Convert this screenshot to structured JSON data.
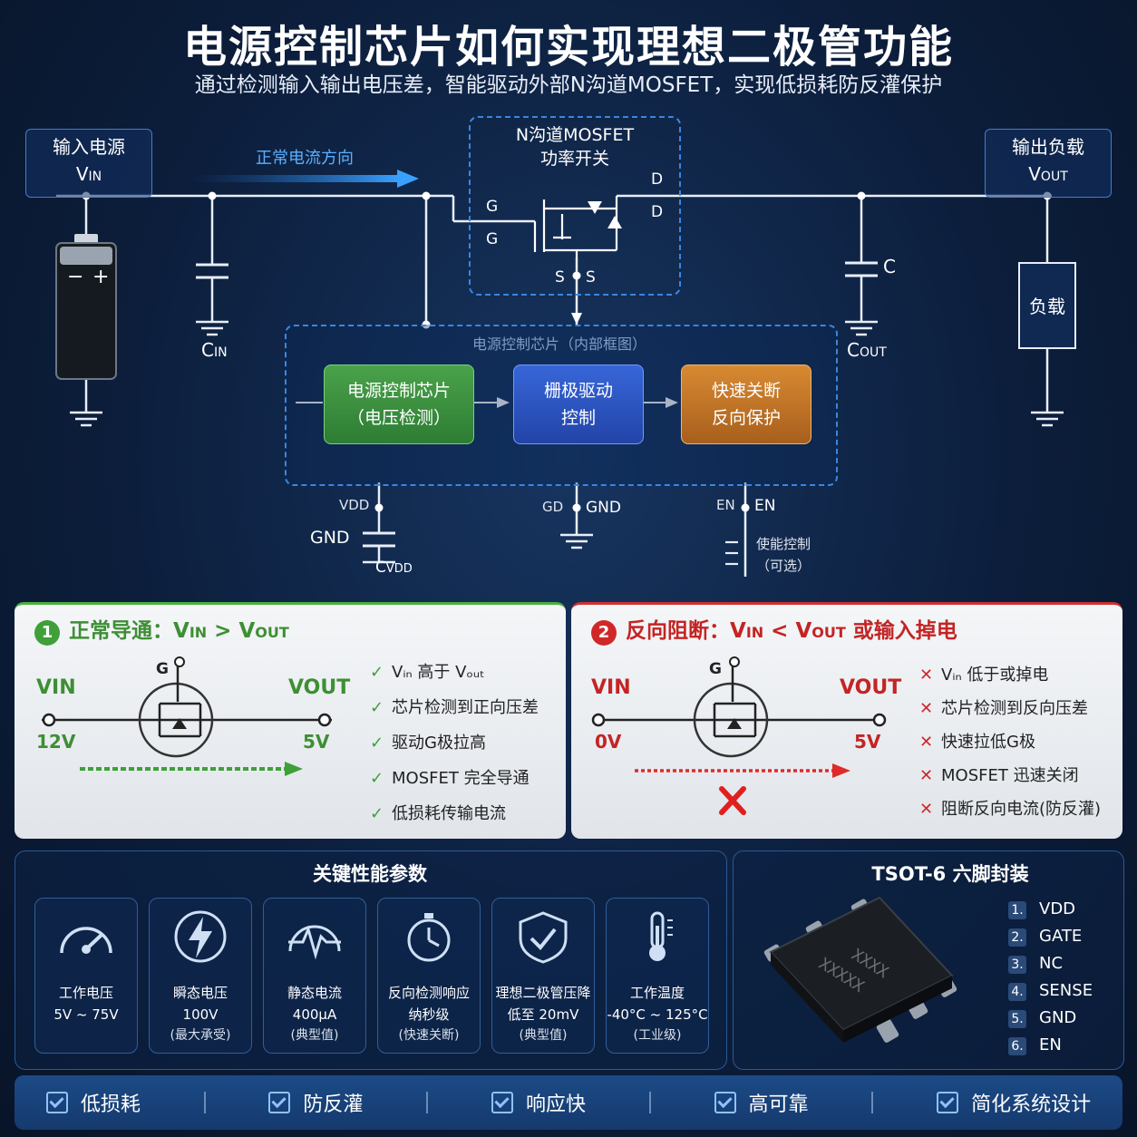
{
  "title": "电源控制芯片如何实现理想二极管功能",
  "subtitle": "通过检测输入输出电压差，智能驱动外部N沟道MOSFET，实现低损耗防反灌保护",
  "circuit": {
    "input_box": {
      "line1": "输入电源",
      "line2_main": "V",
      "line2_sub": "IN"
    },
    "output_box": {
      "line1": "输出负载",
      "line2_main": "V",
      "line2_sub": "OUT"
    },
    "current_label": "正常电流方向",
    "mosfet_box": {
      "line1": "N沟道MOSFET",
      "line2": "功率开关"
    },
    "pin_G1": "G",
    "pin_G2": "G",
    "pin_D1": "D",
    "pin_D2": "D",
    "pin_S1": "S",
    "pin_S2": "S",
    "cin_main": "C",
    "cin_sub": "IN",
    "cout_main": "C",
    "cout_sub": "OUT",
    "c_label": "C",
    "load_label": "负载",
    "chip_header": "电源控制芯片（内部框图）",
    "block1": {
      "line1": "电源控制芯片",
      "line2": "（电压检测）"
    },
    "block2": {
      "line1": "栅极驱动",
      "line2": "控制"
    },
    "block3": {
      "line1": "快速关断",
      "line2": "反向保护"
    },
    "vdd_label": "VDD",
    "gnd_left": "GND",
    "cvdd_main": "C",
    "cvdd_sub": "VDD",
    "gnd_mid_left": "GD",
    "gnd_mid_right": "GND",
    "en_left": "EN",
    "en_right": "EN",
    "en_note1": "使能控制",
    "en_note2": "（可选）"
  },
  "panel_left": {
    "num": "1",
    "title": "正常导通：V",
    "title_sub1": "IN",
    "title_mid": " > V",
    "title_sub2": "OUT",
    "vin": "VIN",
    "vin_val": "12V",
    "vout": "VOUT",
    "vout_val": "5V",
    "g": "G",
    "checks": [
      "Vᵢₙ 高于 Vₒᵤₜ",
      "芯片检测到正向压差",
      "驱动G极拉高",
      "MOSFET 完全导通",
      "低损耗传输电流"
    ],
    "check_color": "#3fa03a"
  },
  "panel_right": {
    "num": "2",
    "title": "反向阻断：V",
    "title_sub1": "IN",
    "title_mid": " < V",
    "title_sub2": "OUT",
    "title_tail": " 或输入掉电",
    "vin": "VIN",
    "vin_val": "0V",
    "vout": "VOUT",
    "vout_val": "5V",
    "g": "G",
    "checks": [
      "Vᵢₙ 低于或掉电",
      "芯片检测到反向压差",
      "快速拉低G极",
      "MOSFET 迅速关闭",
      "阻断反向电流(防反灌)"
    ],
    "check_color": "#d02828"
  },
  "params": {
    "title": "关键性能参数",
    "items": [
      {
        "icon": "gauge-icon",
        "l1": "工作电压",
        "l2": "5V ~ 75V",
        "l3": ""
      },
      {
        "icon": "bolt-icon",
        "l1": "瞬态电压",
        "l2": "100V",
        "l3": "(最大承受)"
      },
      {
        "icon": "pulse-icon",
        "l1": "静态电流",
        "l2": "400μA",
        "l3": "(典型值)"
      },
      {
        "icon": "stopwatch-icon",
        "l1": "反向检测响应",
        "l2": "纳秒级",
        "l3": "(快速关断)"
      },
      {
        "icon": "shield-check-icon",
        "l1": "理想二极管压降",
        "l2": "低至 20mV",
        "l3": "(典型值)"
      },
      {
        "icon": "thermometer-icon",
        "l1": "工作温度",
        "l2": "-40°C ~ 125°C",
        "l3": "(工业级)"
      }
    ]
  },
  "package": {
    "title": "TSOT-6 六脚封装",
    "marking1": "XXXX",
    "marking2": "XXXXX",
    "pins": [
      {
        "n": "1.",
        "name": "VDD"
      },
      {
        "n": "2.",
        "name": "GATE"
      },
      {
        "n": "3.",
        "name": "NC"
      },
      {
        "n": "4.",
        "name": "SENSE"
      },
      {
        "n": "5.",
        "name": "GND"
      },
      {
        "n": "6.",
        "name": "EN"
      }
    ]
  },
  "features": [
    "低损耗",
    "防反灌",
    "响应快",
    "高可靠",
    "简化系统设计"
  ],
  "colors": {
    "accent": "#3a86e0",
    "green": "#3fa03a",
    "red": "#d02828",
    "orange": "#e8892a",
    "blue_block": "#2d58c8"
  }
}
